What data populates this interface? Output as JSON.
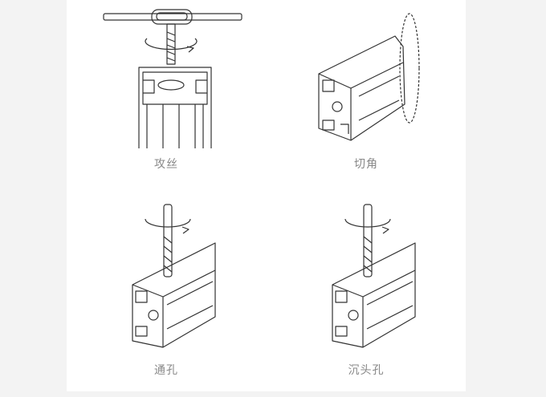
{
  "processes": [
    {
      "label": "攻丝",
      "icon": "tapping-illustration"
    },
    {
      "label": "切角",
      "icon": "corner-cut-illustration"
    },
    {
      "label": "通孔",
      "icon": "through-hole-illustration"
    },
    {
      "label": "沉头孔",
      "icon": "countersink-hole-illustration"
    }
  ]
}
